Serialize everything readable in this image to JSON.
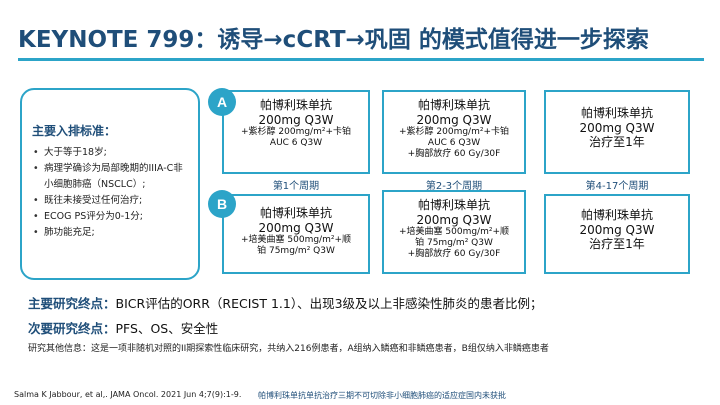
{
  "title": "KEYNOTE 799：诱导→cCRT→巩固 的模式值得进一步探索",
  "criteria": {
    "heading": "主要入排标准：",
    "items": [
      "大于等于18岁;",
      "病理学确诊为局部晚期的IIIA-C非小细胞肺癌（NSCLC）;",
      "既往未接受过任何治疗;",
      "ECOG PS评分为0-1分;",
      "肺功能充足;"
    ]
  },
  "arms": {
    "A": {
      "label": "A",
      "boxes": [
        {
          "drug": "帕博利珠单抗",
          "dose": "200mg Q3W",
          "lines": [
            "+紫杉醇 200mg/m²+卡铂",
            "AUC 6 Q3W"
          ]
        },
        {
          "drug": "帕博利珠单抗",
          "dose": "200mg Q3W",
          "lines": [
            "+紫杉醇 200mg/m²+卡铂",
            "AUC 6 Q3W",
            "+胸部放疗 60 Gy/30F"
          ]
        },
        {
          "drug": "帕博利珠单抗",
          "dose": "200mg Q3W",
          "lines": [
            "治疗至1年"
          ]
        }
      ]
    },
    "B": {
      "label": "B",
      "boxes": [
        {
          "drug": "帕博利珠单抗",
          "dose": "200mg Q3W",
          "lines": [
            "+培美曲塞 500mg/m²+顺",
            "铂 75mg/m² Q3W"
          ]
        },
        {
          "drug": "帕博利珠单抗",
          "dose": "200mg Q3W",
          "lines": [
            "+培美曲塞 500mg/m²+顺",
            "铂 75mg/m² Q3W",
            "+胸部放疗 60 Gy/30F"
          ]
        },
        {
          "drug": "帕博利珠单抗",
          "dose": "200mg Q3W",
          "lines": [
            "治疗至1年"
          ]
        }
      ]
    }
  },
  "periods": [
    "第1个周期",
    "第2-3个周期",
    "第4-17个周期"
  ],
  "endpoints": {
    "primary_label": "主要研究终点：",
    "primary_text": "BICR评估的ORR（RECIST 1.1）、出现3级及以上非感染性肺炎的患者比例；",
    "secondary_label": "次要研究终点：",
    "secondary_text": "PFS、OS、安全性"
  },
  "other_info": "研究其他信息：这是一项非随机对照的II期探索性临床研究，共纳入216例患者，A组纳入鳞癌和非鳞癌患者，B组仅纳入非鳞癌患者",
  "citation": "Salma K Jabbour, et al,. JAMA Oncol. 2021 Jun 4;7(9):1-9.",
  "footer_note": "帕博利珠单抗单抗治疗三期不可切除非小细胞肺癌的适应症国内未获批",
  "colors": {
    "accent": "#2ca4c8",
    "heading": "#1f4e79"
  }
}
